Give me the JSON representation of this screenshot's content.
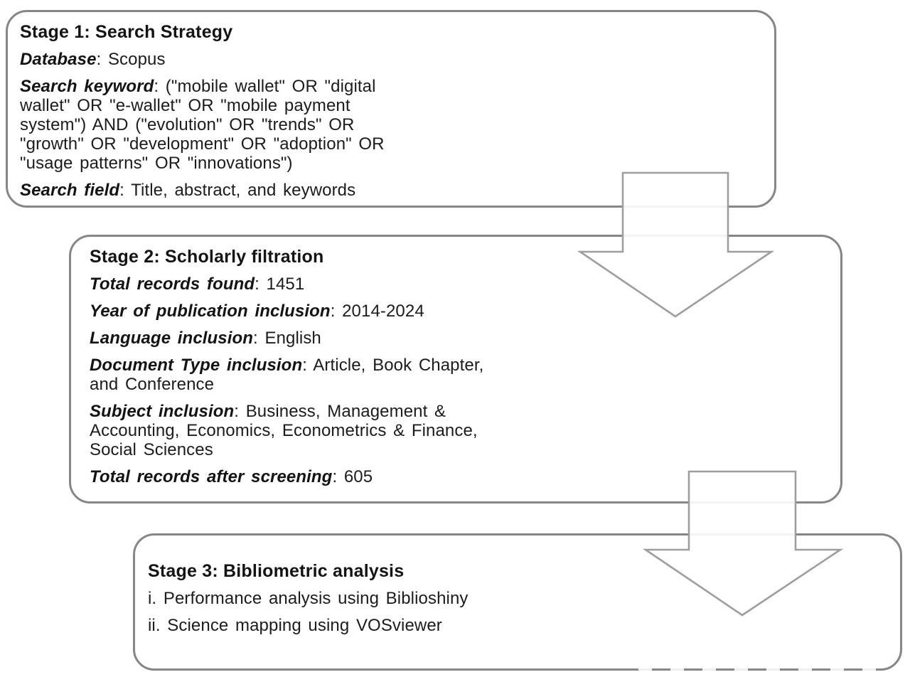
{
  "stage1": {
    "title": "Stage 1: Search Strategy",
    "fields": [
      {
        "label": "Database",
        "lines": [
          ": Scopus"
        ]
      },
      {
        "label": "Search keyword",
        "lines": [
          ": (\"mobile wallet\" OR \"digital",
          "wallet\" OR \"e-wallet\" OR \"mobile payment",
          "system\") AND (\"evolution\" OR \"trends\" OR",
          "\"growth\" OR \"development\" OR \"adoption\" OR",
          "\"usage patterns\" OR \"innovations\")"
        ]
      },
      {
        "label": "Search field",
        "lines": [
          ": Title, abstract, and keywords"
        ]
      }
    ]
  },
  "stage2": {
    "title": "Stage 2: Scholarly filtration",
    "fields": [
      {
        "label": "Total records found",
        "lines": [
          ": 1451"
        ]
      },
      {
        "label": "Year of publication inclusion",
        "lines": [
          ": 2014-2024"
        ]
      },
      {
        "label": "Language inclusion",
        "lines": [
          ": English"
        ]
      },
      {
        "label": "Document Type inclusion",
        "lines": [
          ": Article, Book Chapter,",
          "and Conference"
        ]
      },
      {
        "label": "Subject inclusion",
        "lines": [
          ": Business, Management &",
          "Accounting, Economics, Econometrics & Finance,",
          "Social Sciences"
        ]
      },
      {
        "label": "Total records after screening",
        "lines": [
          ": 605"
        ]
      }
    ]
  },
  "stage3": {
    "title": "Stage 3: Bibliometric analysis",
    "items": [
      "i. Performance analysis using Biblioshiny",
      "ii. Science mapping using VOSviewer"
    ]
  },
  "colors": {
    "border-gray": "#868686",
    "arrow-gray": "#9e9e9e",
    "text": "#1c1c1c",
    "background": "#ffffff"
  }
}
